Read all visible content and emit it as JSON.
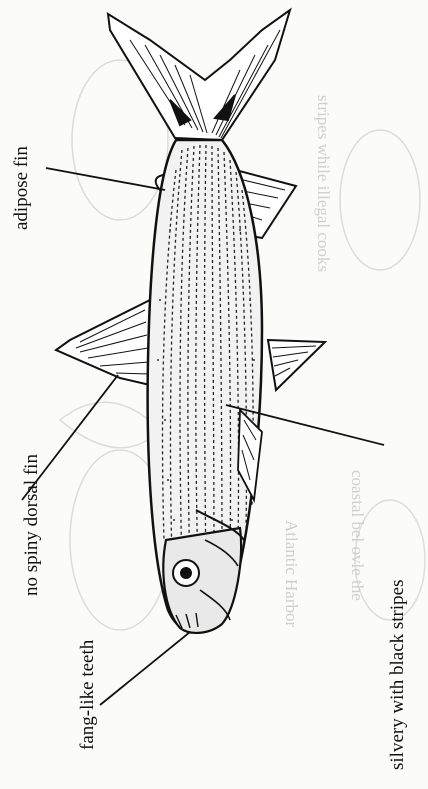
{
  "labels": {
    "adipose_fin": "adipose fin",
    "no_spiny_dorsal_fin": "no spiny dorsal fin",
    "fang_like_teeth": "fang-like teeth",
    "silvery_stripes": "silvery with black stripes"
  },
  "bleed_through": {
    "line1": "stripes while illegal cooks",
    "line2": "coastal bel ovle the",
    "line3": "Atlantic Harbor"
  },
  "colors": {
    "ink": "#111111",
    "paper": "#fbfbfa",
    "bleed": "#d4d4d4"
  }
}
